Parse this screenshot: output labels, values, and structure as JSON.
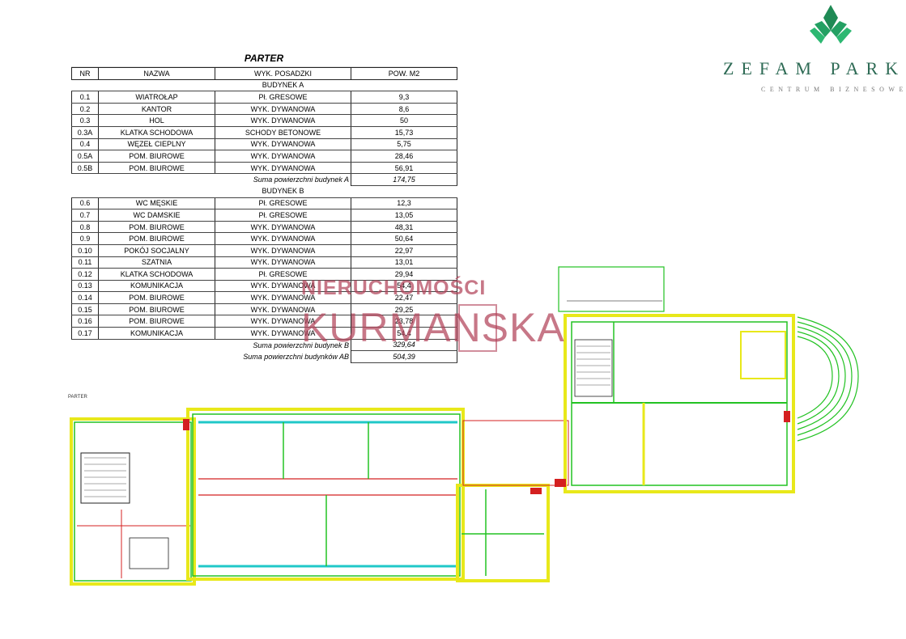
{
  "table": {
    "title": "PARTER",
    "headers": [
      "NR",
      "NAZWA",
      "WYK. POSADZKI",
      "POW. M2"
    ],
    "section_a": "BUDYNEK A",
    "rows_a": [
      [
        "0.1",
        "WIATROŁAP",
        "Pł. GRESOWE",
        "9,3"
      ],
      [
        "0.2",
        "KANTOR",
        "WYK. DYWANOWA",
        "8,6"
      ],
      [
        "0.3",
        "HOL",
        "WYK. DYWANOWA",
        "50"
      ],
      [
        "0.3A",
        "KLATKA SCHODOWA",
        "SCHODY BETONOWE",
        "15,73"
      ],
      [
        "0.4",
        "WĘZEŁ CIEPLNY",
        "WYK. DYWANOWA",
        "5,75"
      ],
      [
        "0.5A",
        "POM. BIUROWE",
        "WYK. DYWANOWA",
        "28,46"
      ],
      [
        "0.5B",
        "POM. BIUROWE",
        "WYK. DYWANOWA",
        "56,91"
      ]
    ],
    "sum_a_label": "Suma powierzchni budynek A",
    "sum_a_value": "174,75",
    "section_b": "BUDYNEK B",
    "rows_b": [
      [
        "0.6",
        "WC MĘSKIE",
        "Pł. GRESOWE",
        "12,3"
      ],
      [
        "0.7",
        "WC DAMSKIE",
        "Pł. GRESOWE",
        "13,05"
      ],
      [
        "0.8",
        "POM. BIUROWE",
        "WYK. DYWANOWA",
        "48,31"
      ],
      [
        "0.9",
        "POM. BIUROWE",
        "WYK. DYWANOWA",
        "50,64"
      ],
      [
        "0.10",
        "POKÓJ SOCJALNY",
        "WYK. DYWANOWA",
        "22,97"
      ],
      [
        "0.11",
        "SZATNIA",
        "WYK. DYWANOWA",
        "13,01"
      ],
      [
        "0.12",
        "KLATKA SCHODOWA",
        "Pł. GRESOWE",
        "29,94"
      ],
      [
        "0.13",
        "KOMUNIKACJA",
        "WYK. DYWANOWA",
        "54,4"
      ],
      [
        "0.14",
        "POM. BIUROWE",
        "WYK. DYWANOWA",
        "22,47"
      ],
      [
        "0.15",
        "POM. BIUROWE",
        "WYK. DYWANOWA",
        "29,25"
      ],
      [
        "0.16",
        "POM. BIUROWE",
        "WYK. DYWANOWA",
        "23,78"
      ],
      [
        "0.17",
        "KOMUNIKACJA",
        "WYK. DYWANOWA",
        "54,4"
      ]
    ],
    "sum_b_label": "Suma powierzchni budynek B",
    "sum_b_value": "329,64",
    "sum_ab_label": "Suma powierzchni budynków AB",
    "sum_ab_value": "504,39"
  },
  "logo": {
    "brand": "ZEFAM PARK",
    "tagline": "CENTRUM BIZNESOWE",
    "icon": "book-leaf-icon",
    "color": "#2e6b55"
  },
  "plan": {
    "label": "PARTER",
    "wall_color": "#e8e81a",
    "interior_color": "#22c222",
    "partition_color": "#d42020",
    "window_color": "#20c8c8",
    "socket_color": "#8a2ad4"
  },
  "watermark": {
    "line1": "NIERUCHOMOŚCI",
    "line2": "KURMANSKA",
    "color": "#b2435a"
  }
}
